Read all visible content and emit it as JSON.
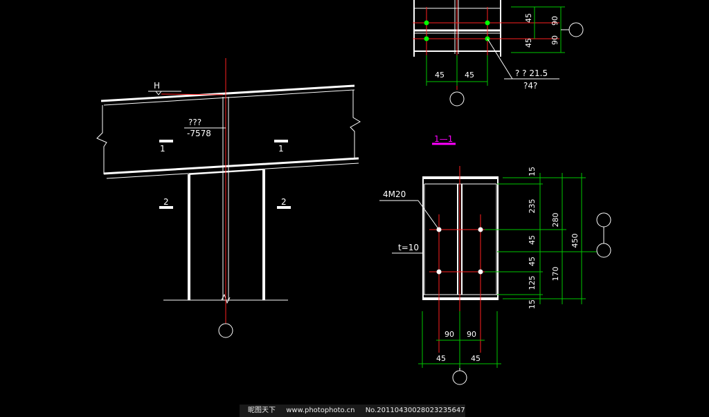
{
  "elevation": {
    "level_mark": "H",
    "beam_label_top": "???",
    "beam_label_bottom": "-7578",
    "section_mark_1": "1",
    "section_mark_2": "2"
  },
  "section_title": "1—1",
  "plate": {
    "bolts": "4M20",
    "thickness": "t=10"
  },
  "vertical_dims": [
    "15",
    "235",
    "45",
    "45",
    "125",
    "15"
  ],
  "combined_dims": [
    "280",
    "170"
  ],
  "total_height": "450",
  "bottom_dims_inner": [
    "90",
    "90"
  ],
  "bottom_dims_outer": [
    "45",
    "45"
  ],
  "top_detail": {
    "right_dims": [
      "45",
      "45"
    ],
    "outer_dims": [
      "90",
      "90"
    ],
    "bottom_dims": [
      "45",
      "45"
    ],
    "note_line1": "? ?  21.5",
    "note_line2": "?4?"
  },
  "footer": {
    "site": "昵图天下",
    "url": "www.photophoto.cn",
    "number": "No.20110430028023235647"
  },
  "colors": {
    "background": "#000000",
    "lines": "#ffffff",
    "dimensions": "#00c800",
    "extensions": "#ff2020",
    "bolts_top": "#00ff00",
    "magenta": "#ff00ff"
  }
}
